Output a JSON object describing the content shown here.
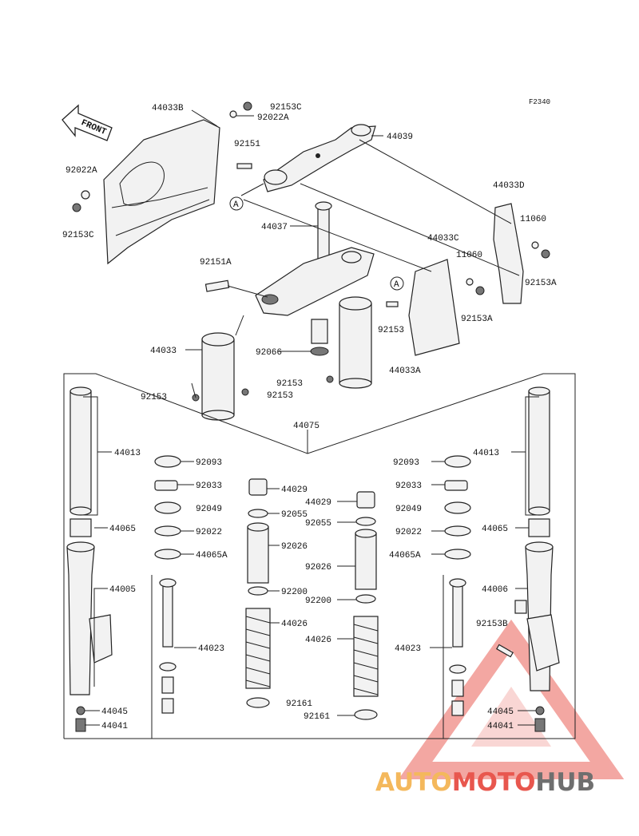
{
  "figure_code": "F2340",
  "front_label": "FRONT",
  "ref_mark": "A",
  "parts": {
    "p44033B": "44033B",
    "p92153C_top": "92153C",
    "p92022A_top": "92022A",
    "p44039": "44039",
    "p92151": "92151",
    "p92022A_left": "92022A",
    "p92153C_left": "92153C",
    "p44033D": "44033D",
    "p11060_a": "11060",
    "p44037": "44037",
    "p44033C": "44033C",
    "p11060_b": "11060",
    "p92151A": "92151A",
    "p92153A_a": "92153A",
    "p92153A_b": "92153A",
    "p92153_mid": "92153",
    "p44033": "44033",
    "p92066": "92066",
    "p44033A": "44033A",
    "p92153_c": "92153",
    "p92153_d": "92153",
    "p92153_e": "92153",
    "p44075": "44075",
    "p44013_l": "44013",
    "p92093_l": "92093",
    "p92033_l": "92033",
    "p92049_l": "92049",
    "p44065_l": "44065",
    "p92022_l": "92022",
    "p44065A_l": "44065A",
    "p44005": "44005",
    "p44023_l": "44023",
    "p44045_l": "44045",
    "p44041_l": "44041",
    "p44029_a": "44029",
    "p92055_a": "92055",
    "p92026_a": "92026",
    "p92200_a": "92200",
    "p44026_a": "44026",
    "p92161_a": "92161",
    "p44029_b": "44029",
    "p92055_b": "92055",
    "p92026_b": "92026",
    "p92200_b": "92200",
    "p44026_b": "44026",
    "p92161_b": "92161",
    "p44013_r": "44013",
    "p92093_r": "92093",
    "p92033_r": "92033",
    "p92049_r": "92049",
    "p44065_r": "44065",
    "p92022_r": "92022",
    "p44065A_r": "44065A",
    "p44006": "44006",
    "p92153B": "92153B",
    "p44023_r": "44023",
    "p44045_r": "44045",
    "p44041_r": "44041"
  },
  "watermark": {
    "part1": "AUTO",
    "part2": "MOTO",
    "part3": "HUB",
    "colors": [
      "#f4b85c",
      "#e8574e",
      "#6f6f6f"
    ]
  }
}
